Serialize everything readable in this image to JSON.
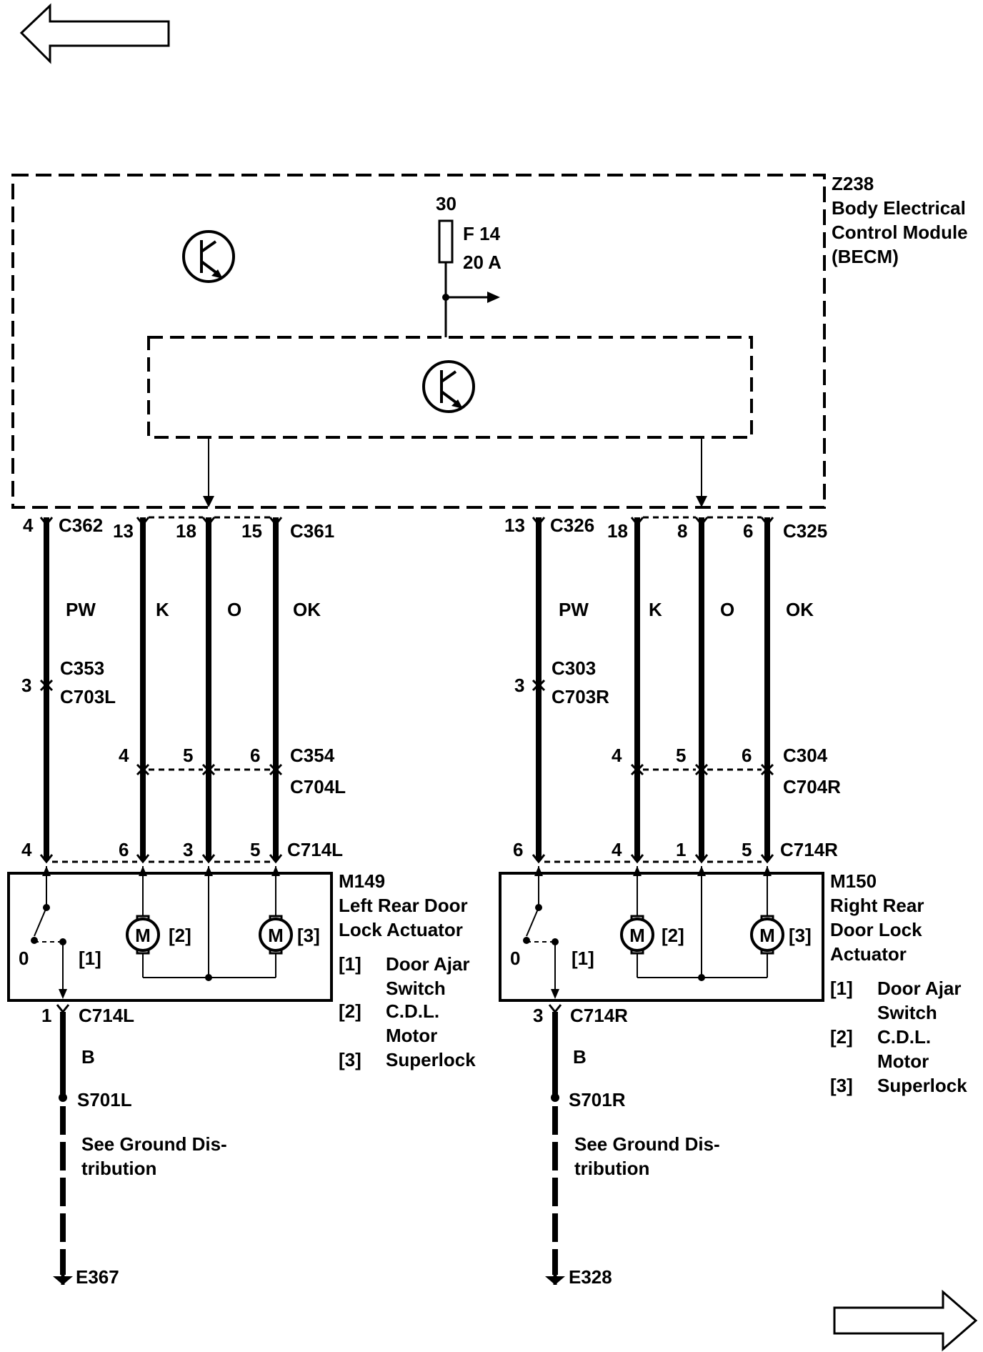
{
  "nav": {
    "prev_arrow": "previous page",
    "next_arrow": "next page"
  },
  "module": {
    "id": "Z238",
    "name_line1": "Body Electrical",
    "name_line2": "Control Module",
    "name_line3": "(BECM)",
    "supply": "30",
    "fuse_id": "F 14",
    "fuse_rating": "20 A"
  },
  "left": {
    "pin_c362": "4",
    "conn_c362": "C362",
    "pin_c361_a": "13",
    "pin_c361_b": "18",
    "pin_c361_c": "15",
    "conn_c361": "C361",
    "wire_pw": "PW",
    "wire_k": "K",
    "wire_o": "O",
    "wire_ok": "OK",
    "pin_inline": "3",
    "conn_inline_a": "C353",
    "conn_inline_b": "C703L",
    "pin_m1": "4",
    "pin_m2": "5",
    "pin_m3": "6",
    "conn_mid_a": "C354",
    "conn_mid_b": "C704L",
    "pin_b1": "4",
    "pin_b2": "6",
    "pin_b3": "3",
    "pin_b4": "5",
    "conn_bot": "C714L",
    "act_id": "M149",
    "act_line1": "Left Rear Door",
    "act_line2": "Lock Actuator",
    "sw_pos": "0",
    "tag1": "[1]",
    "tag2": "[2]",
    "tag3": "[3]",
    "motor": "M",
    "legend1a": "Door Ajar",
    "legend1b": "Switch",
    "legend2a": "C.D.L.",
    "legend2b": "Motor",
    "legend3": "Superlock",
    "gnd_pin": "1",
    "gnd_conn": "C714L",
    "gnd_wire": "B",
    "splice": "S701L",
    "see1": "See Ground Dis-",
    "see2": "tribution",
    "ground": "E367"
  },
  "right": {
    "pin_c326": "13",
    "conn_c326": "C326",
    "pin_c325_a": "18",
    "pin_c325_b": "8",
    "pin_c325_c": "6",
    "conn_c325": "C325",
    "wire_pw": "PW",
    "wire_k": "K",
    "wire_o": "O",
    "wire_ok": "OK",
    "pin_inline": "3",
    "conn_inline_a": "C303",
    "conn_inline_b": "C703R",
    "pin_m1": "4",
    "pin_m2": "5",
    "pin_m3": "6",
    "conn_mid_a": "C304",
    "conn_mid_b": "C704R",
    "pin_b1": "6",
    "pin_b2": "4",
    "pin_b3": "1",
    "pin_b4": "5",
    "conn_bot": "C714R",
    "act_id": "M150",
    "act_line1": "Right Rear",
    "act_line2": "Door Lock",
    "act_line3": "Actuator",
    "sw_pos": "0",
    "tag1": "[1]",
    "tag2": "[2]",
    "tag3": "[3]",
    "motor": "M",
    "legend1a": "Door Ajar",
    "legend1b": "Switch",
    "legend2a": "C.D.L.",
    "legend2b": "Motor",
    "legend3": "Superlock",
    "gnd_pin": "3",
    "gnd_conn": "C714R",
    "gnd_wire": "B",
    "splice": "S701R",
    "see1": "See Ground Dis-",
    "see2": "tribution",
    "ground": "E328"
  }
}
